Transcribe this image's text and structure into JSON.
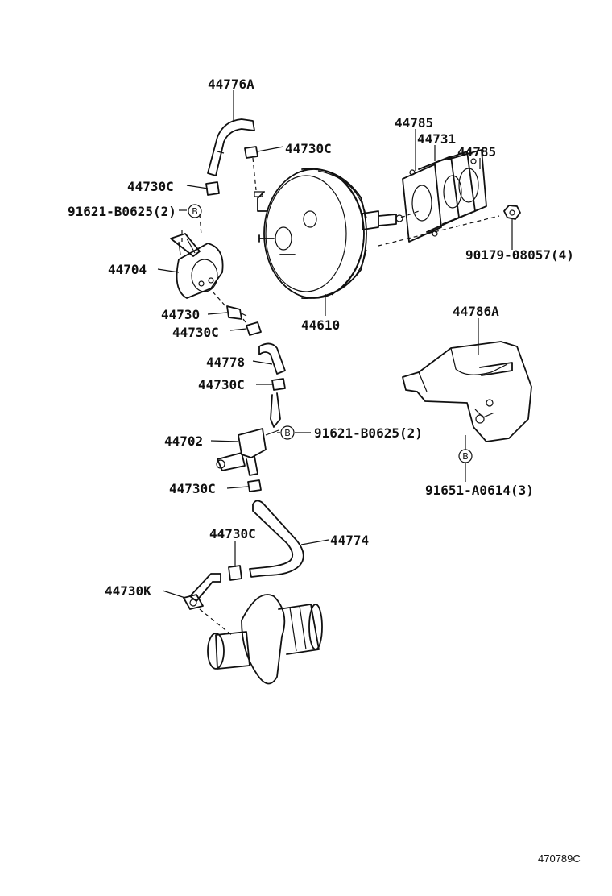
{
  "labels": {
    "p44776A": "44776A",
    "p44785a": "44785",
    "p44731": "44731",
    "p44785b": "44785",
    "p44730C_top": "44730C",
    "p44730C_left": "44730C",
    "p91621_top": "91621-B0625(2)",
    "p44704": "44704",
    "p90179": "90179-08057(4)",
    "p44730": "44730",
    "p44730C_mid": "44730C",
    "p44610": "44610",
    "p44786A": "44786A",
    "p44778": "44778",
    "p44730C_low": "44730C",
    "p44702": "44702",
    "p91621_mid": "91621-B0625(2)",
    "p44730C_bottom": "44730C",
    "p91651": "91651-A0614(3)",
    "p44730C_hose": "44730C",
    "p44774": "44774",
    "p44730K": "44730K",
    "diagram_id": "470789C"
  },
  "symbols": {
    "bolt_marker": "B"
  }
}
